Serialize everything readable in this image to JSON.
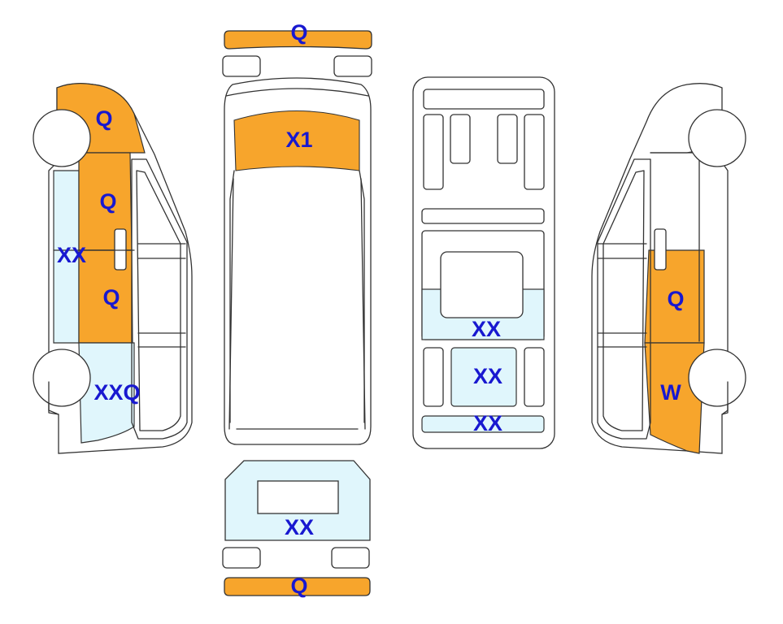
{
  "colors": {
    "damage_orange": "#f7a52c",
    "damage_light_blue": "#e0f6fc",
    "outline": "#333333",
    "label_blue": "#1818d0"
  },
  "labels": {
    "front_bumper": "Q",
    "windshield": "X1",
    "rear_bumper": "Q",
    "rear_door_window": "XX",
    "left_front_fender": "Q",
    "left_front_door": "Q",
    "left_side_stripe": "XX",
    "left_mid_panel": "Q",
    "left_rear_quarter": "XXQ",
    "roof_mid": "XX",
    "roof_rear_center": "XX",
    "roof_rear_edge": "XX",
    "right_mid_panel": "Q",
    "right_rear_quarter": "W"
  }
}
